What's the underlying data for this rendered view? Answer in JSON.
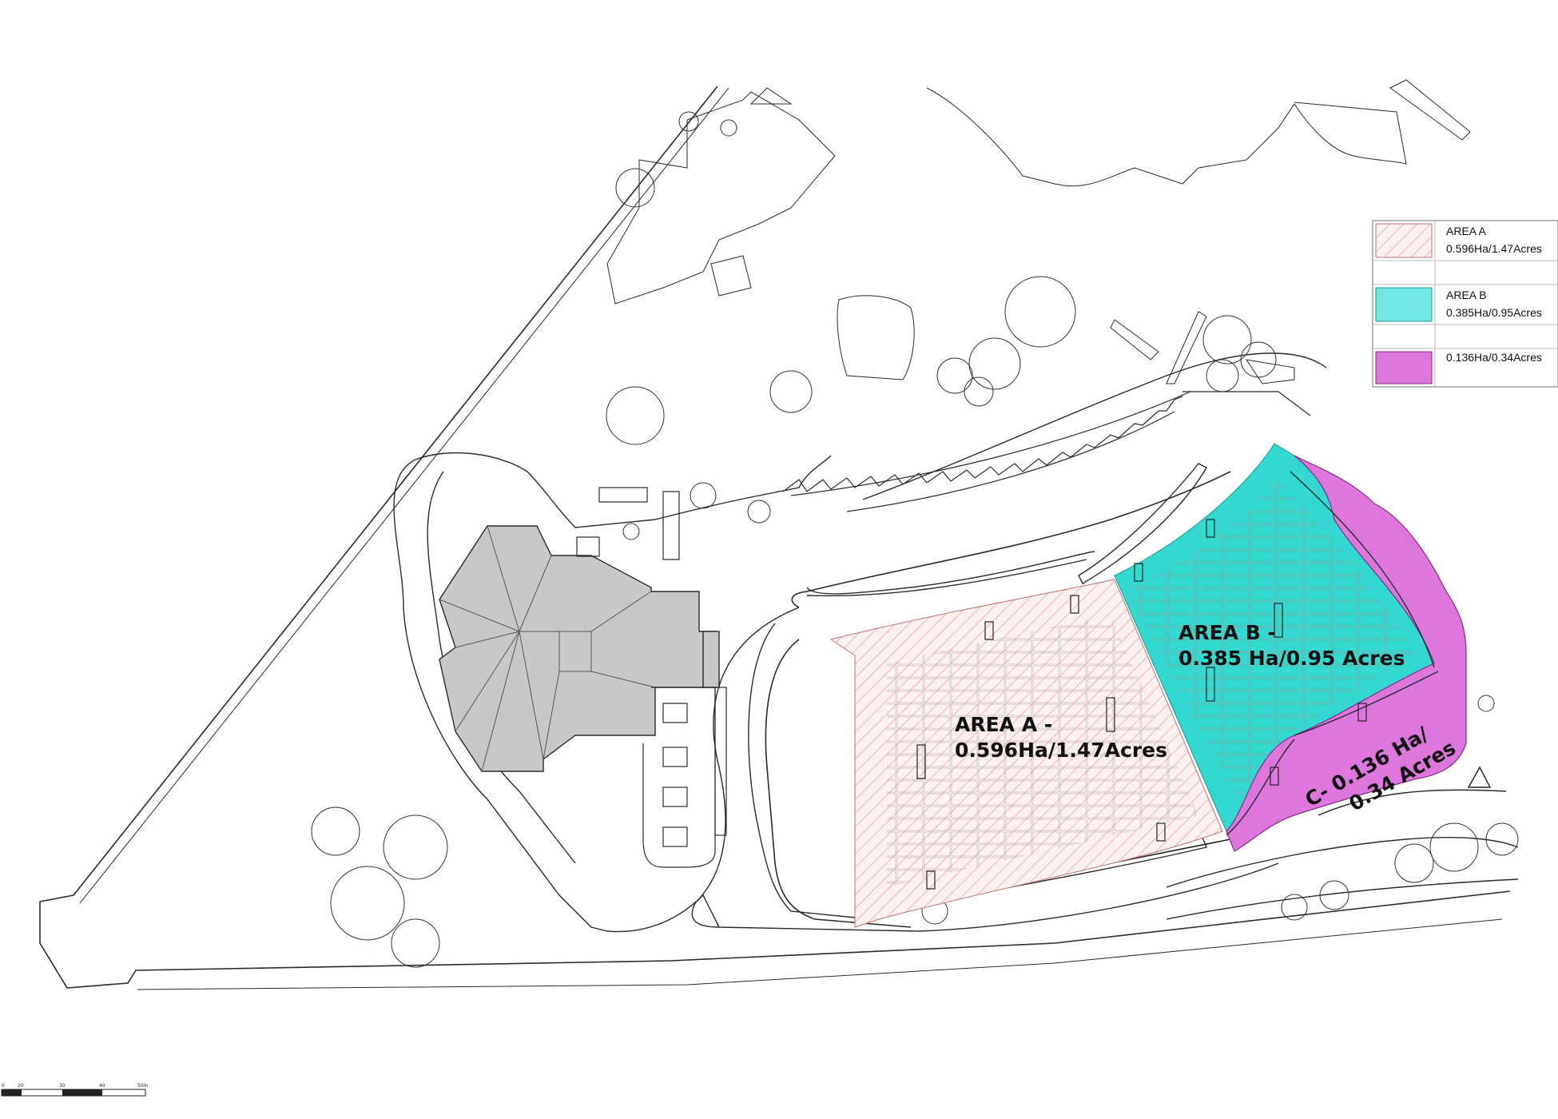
{
  "colors": {
    "area_a_hatch": "#e88a8a",
    "area_a_fill": "#fdf0f0",
    "area_b_fill": "#33d8d0",
    "area_c_fill": "#dd77dd",
    "building_roof": "#c8c8c8",
    "linework": "#2a2a2a"
  },
  "map_labels": {
    "area_a_line1": "AREA A -",
    "area_a_line2": "0.596Ha/1.47Acres",
    "area_b_line1": "AREA B -",
    "area_b_line2": "0.385 Ha/0.95 Acres",
    "area_c_line1": "C- 0.136 Ha/",
    "area_c_line2": "0.34 Acres"
  },
  "legend": {
    "rows": [
      {
        "swatch": "hatch",
        "line1": "AREA A",
        "line2": "0.596Ha/1.47Acres"
      },
      {
        "swatch": "blank",
        "line1": "",
        "line2": ""
      },
      {
        "swatch": "cyan",
        "line1": "AREA B",
        "line2": "0.385Ha/0.95Acres"
      },
      {
        "swatch": "blank",
        "line1": "",
        "line2": ""
      },
      {
        "swatch": "magenta",
        "line1": "0.136Ha/0.34Acres",
        "line2": ""
      }
    ]
  },
  "scale_bar": {
    "ticks": [
      "0",
      "20",
      "30",
      "40",
      "50m"
    ]
  }
}
